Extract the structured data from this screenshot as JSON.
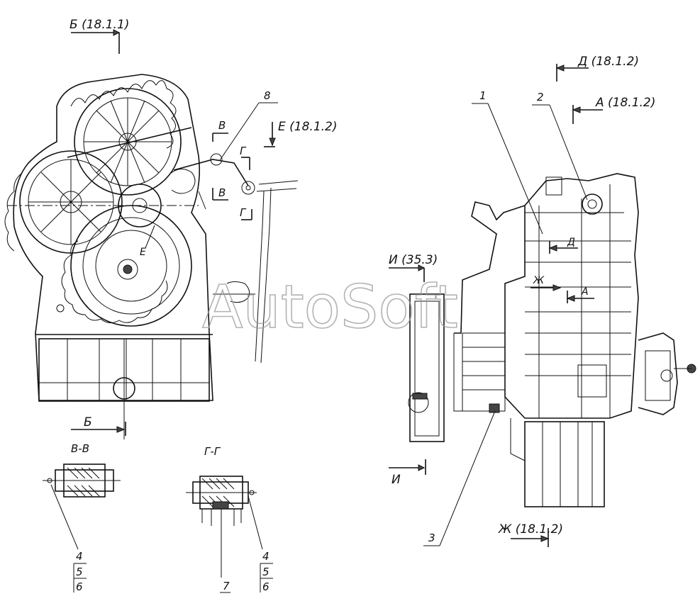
{
  "labels": {
    "ref_b": "Б (18.1.1)",
    "ref_d": "Д (18.1.2)",
    "ref_a": "А (18.1.2)",
    "ref_e": "Е (18.1.2)",
    "ref_i": "И (35.3)",
    "ref_zh": "Ж (18.1.2)",
    "sec_v_top": "В",
    "sec_v_bot": "В",
    "sec_g_top": "Г",
    "sec_g_bot": "Г",
    "view_e": "Е",
    "view_b_bottom": "Б",
    "view_i_bottom": "И",
    "view_d_inner": "Д",
    "view_a_inner": "А",
    "view_zh_inner": "Ж",
    "section_vv": "В-В",
    "section_gg": "Г-Г"
  },
  "callouts": {
    "c1": "1",
    "c2": "2",
    "c3": "3",
    "c7": "7",
    "c8": "8",
    "stack_left": [
      "4",
      "5",
      "6"
    ],
    "stack_right": [
      "4",
      "5",
      "6"
    ]
  },
  "watermark": "AutoSoft"
}
